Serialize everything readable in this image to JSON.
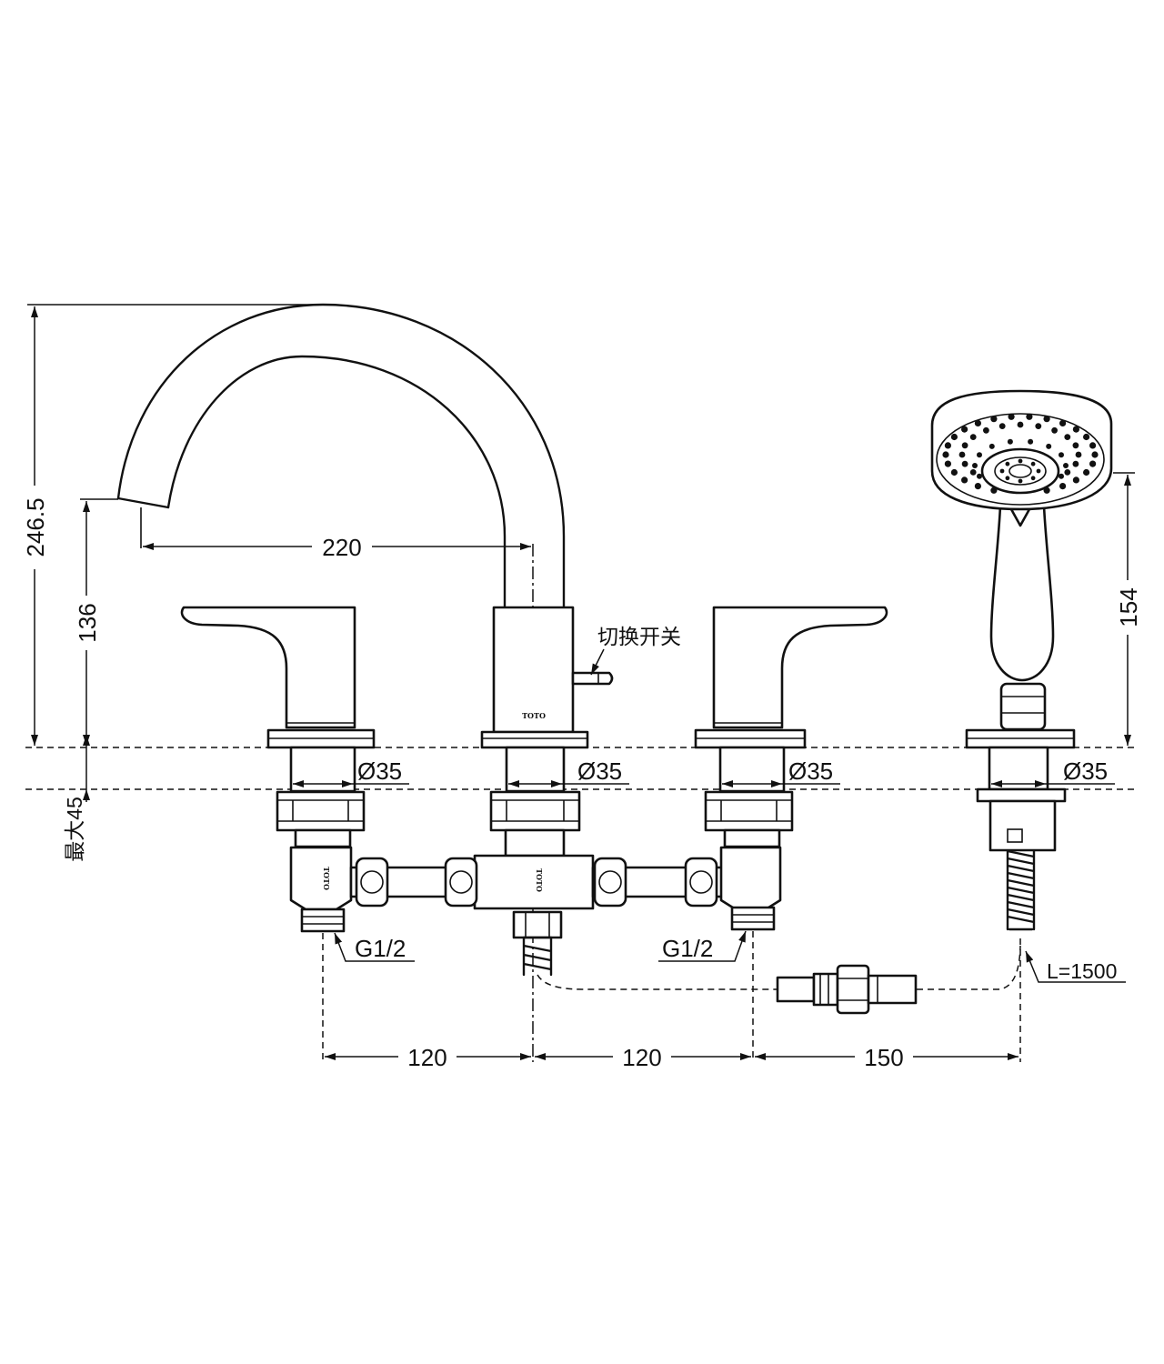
{
  "brand": "TOTO",
  "colors": {
    "line": "#111111",
    "background": "#ffffff"
  },
  "dimensions": {
    "overall_height": "246.5",
    "spout_height": "136",
    "spout_reach": "220",
    "shower_height": "154",
    "deck_thickness_max": "最大45",
    "spacing_left": "120",
    "spacing_right": "120",
    "spacing_shower": "150",
    "hose_length": "L=1500"
  },
  "labels": {
    "diverter": "切换开关",
    "diameter_left": "Ø35",
    "diameter_center": "Ø35",
    "diameter_right": "Ø35",
    "diameter_shower": "Ø35",
    "thread_left": "G1/2",
    "thread_right": "G1/2"
  }
}
